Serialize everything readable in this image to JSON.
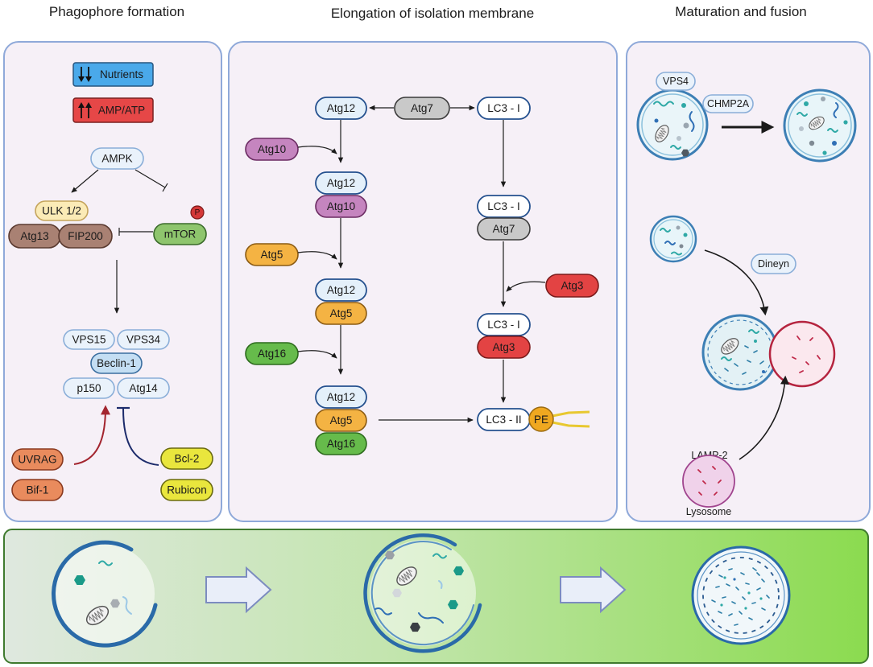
{
  "titles": {
    "phagophore_formation": "Phagophore formation",
    "elongation": "Elongation of isolation membrane",
    "maturation": "Maturation and fusion"
  },
  "phagophore_formation": {
    "nutrients": "Nutrients",
    "amp_atp": "AMP/ATP",
    "ampk": "AMPK",
    "ulk": "ULK 1/2",
    "atg13": "Atg13",
    "fip200": "FIP200",
    "mtor": "mTOR",
    "phosphate": "P",
    "vps15": "VPS15",
    "vps34": "VPS34",
    "beclin1": "Beclin-1",
    "p150": "p150",
    "atg14": "Atg14",
    "uvrag": "UVRAG",
    "bif1": "Bif-1",
    "bcl2": "Bcl-2",
    "rubicon": "Rubicon"
  },
  "elongation": {
    "atg12": "Atg12",
    "atg7": "Atg7",
    "lc3_i": "LC3 - I",
    "atg10": "Atg10",
    "atg12_atg10": [
      "Atg12",
      "Atg10"
    ],
    "atg5": "Atg5",
    "atg12_atg5": [
      "Atg12",
      "Atg5"
    ],
    "atg16": "Atg16",
    "atg12_atg5_atg16": [
      "Atg12",
      "Atg5",
      "Atg16"
    ],
    "lc3_i_atg7": [
      "LC3 - I",
      "Atg7"
    ],
    "atg3": "Atg3",
    "lc3_i_atg3": [
      "LC3 - I",
      "Atg3"
    ],
    "lc3_ii": "LC3 - II",
    "pe": "PE"
  },
  "maturation": {
    "vps4": "VPS4",
    "chmp2a": "CHMP2A",
    "dineyn": "Dineyn",
    "lamp2": "LAMP-2",
    "lysosome": "Lysosome"
  },
  "icons": {
    "nutrients": "down-arrows-icon",
    "amp_atp": "up-arrows-icon",
    "organelle": "mitochondrion-icon",
    "cargo": "hexagon-icon",
    "stage_arrow": "block-arrow-icon"
  }
}
